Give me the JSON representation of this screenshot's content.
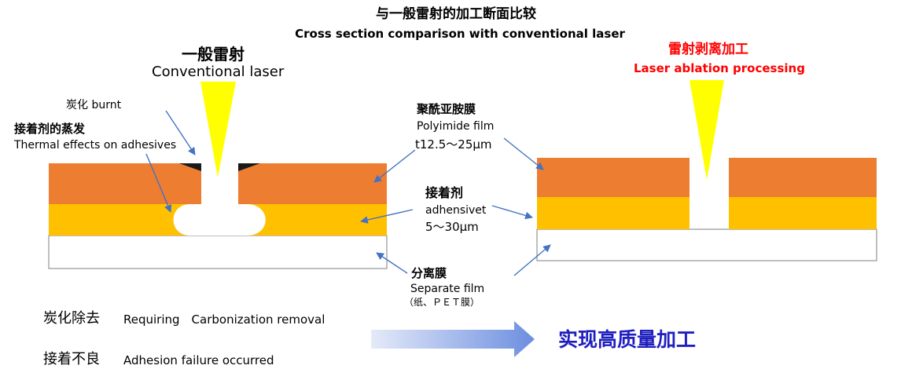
{
  "header": {
    "title_cn": "与一般雷射的加工断面比较",
    "title_en": "Cross section comparison with conventional laser"
  },
  "left_section": {
    "title_cn": "一般雷射",
    "title_en": "Conventional laser",
    "burnt_label": "炭化 burnt",
    "adhesive_evap_cn": "接着剂的蒸发",
    "adhesive_evap_en": "Thermal effects on adhesives"
  },
  "right_section": {
    "title_cn": "雷射剥离加工",
    "title_en": "Laser ablation processing"
  },
  "layers": {
    "polyimide_cn": "聚酰亚胺膜",
    "polyimide_en": "Polyimide film",
    "polyimide_thickness": "t12.5～25μm",
    "adhesive_cn": "接着剂",
    "adhesive_en": "adhensivet",
    "adhesive_thickness": "5～30μm",
    "separator_cn": "分离膜",
    "separator_en": "Separate film",
    "separator_note": "（纸、ＰＥＴ膜）"
  },
  "issues": [
    {
      "cn": "炭化除去",
      "en": "Requiring　Carbonization removal"
    },
    {
      "cn": "接着不良",
      "en": "Adhesion failure occurred"
    }
  ],
  "result": "实现高质量加工",
  "colors": {
    "polyimide": "#ED7D31",
    "adhesive": "#FFC000",
    "separator": "#FFFFFF",
    "laser_beam": "#FFFF00",
    "arrow_line": "#4472C4",
    "red_text": "#FF0000",
    "result_text": "#1F1FBF",
    "big_arrow_start": "#DDE4F6",
    "big_arrow_end": "#6C8EE0"
  }
}
